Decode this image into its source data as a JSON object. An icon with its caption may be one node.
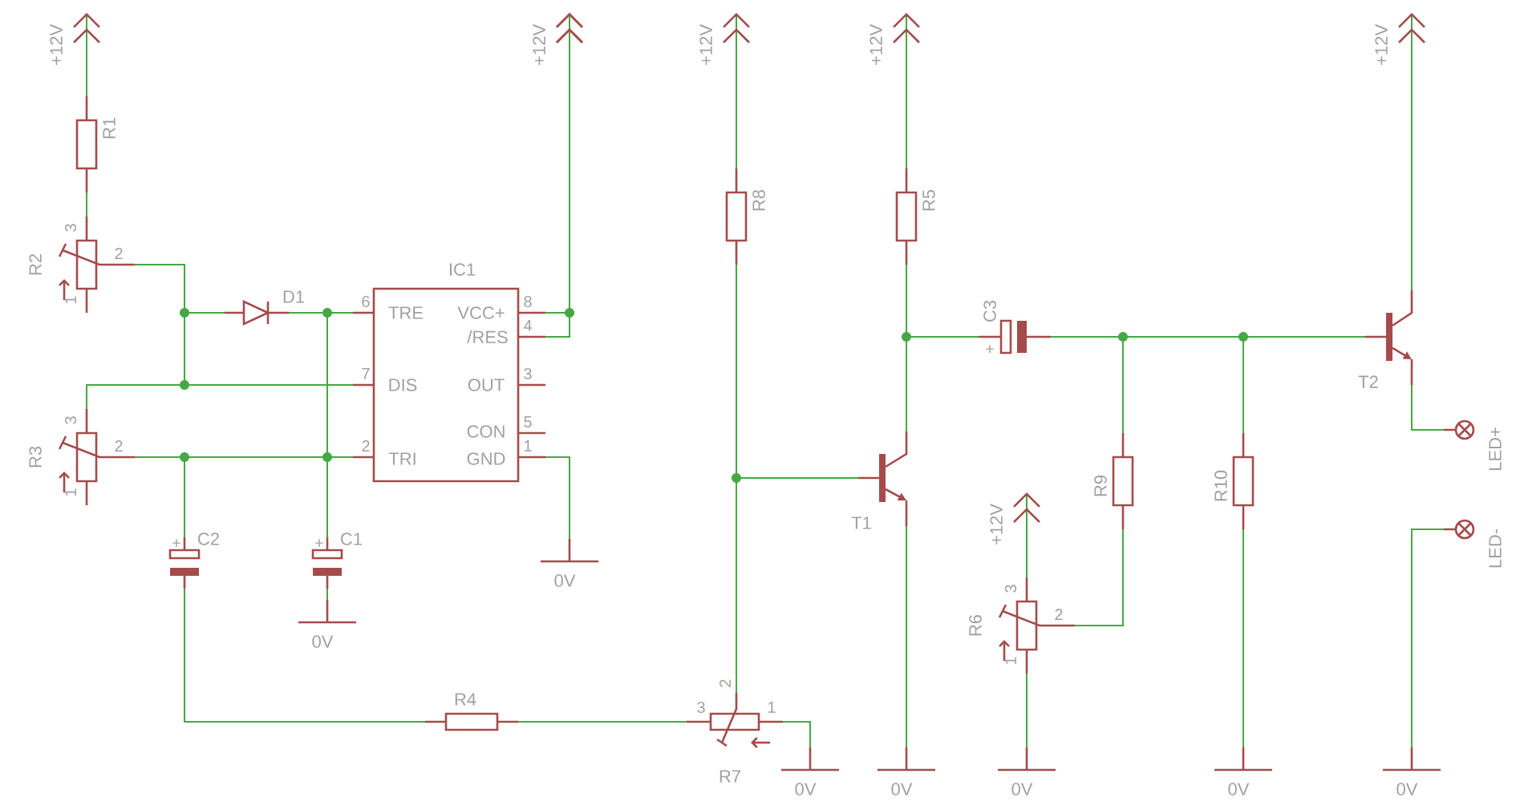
{
  "diagram": {
    "nodes": [
      {
        "text": [
          "+12V"
        ]
      },
      {
        "text": [
          "R1"
        ]
      },
      {
        "text": [
          "R2",
          "3",
          "2",
          "1"
        ]
      },
      {
        "text": [
          "D1"
        ]
      },
      {
        "text": [
          "IC1",
          "TRE",
          "VCC+",
          "/RES",
          "DIS",
          "OUT",
          "CON",
          "TRI",
          "GND",
          "6",
          "8",
          "4",
          "7",
          "3",
          "5",
          "2",
          "1"
        ]
      },
      {
        "text": [
          "+12V"
        ]
      },
      {
        "text": [
          "R3",
          "3",
          "2",
          "1"
        ]
      },
      {
        "text": [
          "+",
          "C2"
        ]
      },
      {
        "text": [
          "+",
          "C1"
        ]
      },
      {
        "text": [
          "0V"
        ]
      },
      {
        "text": [
          "0V"
        ]
      },
      {
        "text": [
          "R4"
        ]
      },
      {
        "text": [
          "R7",
          "2",
          "3",
          "1"
        ]
      },
      {
        "text": [
          "0V"
        ]
      },
      {
        "text": [
          "+12V"
        ]
      },
      {
        "text": [
          "R8"
        ]
      },
      {
        "text": [
          "+12V"
        ]
      },
      {
        "text": [
          "R5"
        ]
      },
      {
        "text": [
          "T1"
        ]
      },
      {
        "text": [
          "0V"
        ]
      },
      {
        "text": [
          "C3",
          "+"
        ]
      },
      {
        "text": [
          "+12V"
        ]
      },
      {
        "text": [
          "T2"
        ]
      },
      {
        "text": [
          "LED+"
        ]
      },
      {
        "text": [
          "LED-"
        ]
      },
      {
        "text": [
          "0V"
        ]
      },
      {
        "text": [
          "R9"
        ]
      },
      {
        "text": [
          "+12V"
        ]
      },
      {
        "text": [
          "R6",
          "3",
          "2",
          "1"
        ]
      },
      {
        "text": [
          "0V"
        ]
      },
      {
        "text": [
          "R10"
        ]
      },
      {
        "text": [
          "0V"
        ]
      }
    ],
    "edges": [
      {
        "from": 1,
        "to": 0,
        "arrow": "to"
      },
      {
        "from": 1,
        "to": 2,
        "arrow": "none"
      },
      {
        "from": 2,
        "to": 3,
        "arrow": "none"
      },
      {
        "from": 2,
        "to": 4,
        "arrow": "none"
      },
      {
        "from": 3,
        "to": 4,
        "arrow": "none"
      },
      {
        "from": 3,
        "to": 8,
        "arrow": "none"
      },
      {
        "from": 4,
        "to": 5,
        "arrow": "to"
      },
      {
        "from": 4,
        "to": 5,
        "arrow": "to"
      },
      {
        "from": 4,
        "to": 9,
        "arrow": "none"
      },
      {
        "from": 6,
        "to": 4,
        "arrow": "none"
      },
      {
        "from": 6,
        "to": 4,
        "arrow": "none"
      },
      {
        "from": 6,
        "to": 7,
        "arrow": "none"
      },
      {
        "from": 7,
        "to": 11,
        "arrow": "none"
      },
      {
        "from": 8,
        "to": 10,
        "arrow": "none"
      },
      {
        "from": 11,
        "to": 12,
        "arrow": "none"
      },
      {
        "from": 12,
        "to": 13,
        "arrow": "none"
      },
      {
        "from": 15,
        "to": 14,
        "arrow": "to"
      },
      {
        "from": 15,
        "to": 18,
        "arrow": "none"
      },
      {
        "from": 12,
        "to": 15,
        "arrow": "none"
      },
      {
        "from": 17,
        "to": 16,
        "arrow": "to"
      },
      {
        "from": 17,
        "to": 18,
        "arrow": "none"
      },
      {
        "from": 17,
        "to": 20,
        "arrow": "none"
      },
      {
        "from": 18,
        "to": 19,
        "arrow": "none"
      },
      {
        "from": 20,
        "to": 22,
        "arrow": "none"
      },
      {
        "from": 20,
        "to": 26,
        "arrow": "none"
      },
      {
        "from": 20,
        "to": 30,
        "arrow": "none"
      },
      {
        "from": 22,
        "to": 21,
        "arrow": "to"
      },
      {
        "from": 22,
        "to": 23,
        "arrow": "none"
      },
      {
        "from": 24,
        "to": 25,
        "arrow": "none"
      },
      {
        "from": 26,
        "to": 28,
        "arrow": "none"
      },
      {
        "from": 28,
        "to": 27,
        "arrow": "to"
      },
      {
        "from": 28,
        "to": 29,
        "arrow": "none"
      },
      {
        "from": 30,
        "to": 31,
        "arrow": "none"
      }
    ]
  }
}
